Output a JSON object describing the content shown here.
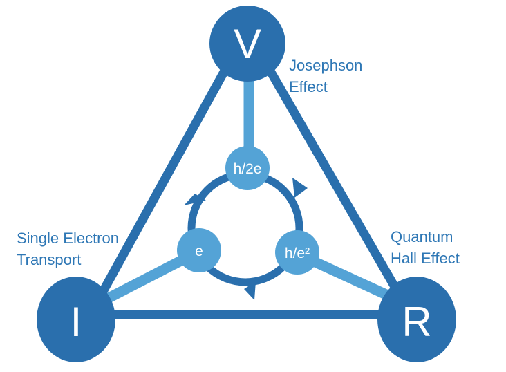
{
  "colors": {
    "dark_blue": "#2a6fad",
    "light_blue": "#54a3d6",
    "text_blue": "#2e77b5"
  },
  "nodes": {
    "voltage": "V",
    "current": "I",
    "resistance": "R"
  },
  "constants": {
    "flux_quantum": "h/2e",
    "charge": "e",
    "resistance_quantum": "h/e²"
  },
  "effects": {
    "josephson": [
      "Josephson",
      "Effect"
    ],
    "single_electron": [
      "Single Electron",
      "Transport"
    ],
    "quantum_hall": [
      "Quantum",
      "Hall Effect"
    ]
  }
}
